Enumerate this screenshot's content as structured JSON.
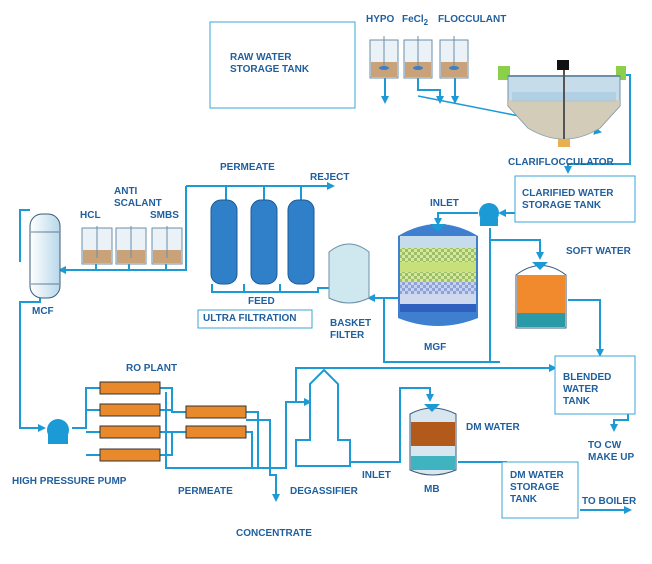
{
  "colors": {
    "line": "#1b9ad6",
    "text": "#1f5f9e",
    "tank_fill": "#cfe3ef",
    "sediment": "#c9a27a",
    "membrane": "#2f7fc9",
    "ro_element": "#e88a2c",
    "soft_water": "#f08a2c",
    "dm_brown": "#b25a1c",
    "dm_teal": "#3fb4c0",
    "background": "#ffffff"
  },
  "labels": {
    "raw_water_tank": "RAW WATER\nSTORAGE TANK",
    "hypo": "HYPO",
    "fecl2_main": "FeCl",
    "fecl2_sub": "2",
    "flocculant": "FLOCCULANT",
    "clariflocculator": "CLARIFLOCCULATOR",
    "clarified_tank": "CLARIFIED WATER\nSTORAGE TANK",
    "inlet_mgf": "INLET",
    "soft_water": "SOFT WATER",
    "mgf": "MGF",
    "basket_filter": "BASKET\nFILTER",
    "permeate_uf": "PERMEATE",
    "reject": "REJECT",
    "feed": "FEED",
    "ultra_filtration": "ULTRA FILTRATION",
    "anti_scalant": "ANTI\nSCALANT",
    "hcl": "HCL",
    "smbs": "SMBS",
    "mcf": "MCF",
    "ro_plant": "RO PLANT",
    "high_pressure_pump": "HIGH PRESSURE PUMP",
    "permeate_ro": "PERMEATE",
    "concentrate": "CONCENTRATE",
    "degassifier": "DEGASSIFIER",
    "inlet_mb": "INLET",
    "dm_water": "DM WATER",
    "mb": "MB",
    "dm_storage": "DM WATER\nSTORAGE\nTANK",
    "to_boiler": "TO BOILER",
    "blended_tank": "BLENDED\nWATER\nTANK",
    "to_cw": "TO CW\nMAKE UP"
  }
}
